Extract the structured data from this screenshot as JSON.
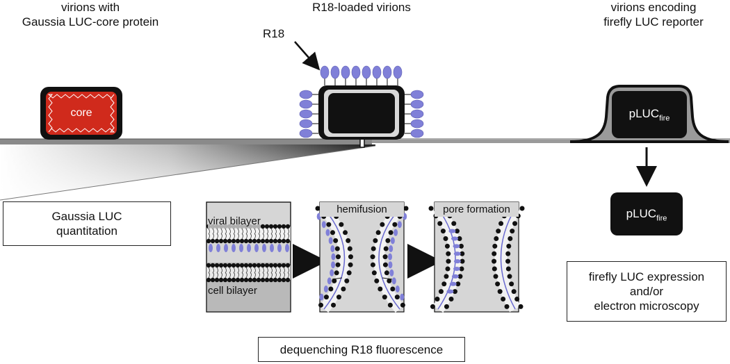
{
  "virion_gaussia": {
    "line1": "virions with",
    "line2": "Gaussia LUC-core protein",
    "core_label": "core"
  },
  "virion_r18": {
    "title": "R18-loaded virions",
    "r18_label": "R18"
  },
  "virion_firefly": {
    "line1": "virions encoding",
    "line2": "firefly LUC reporter",
    "plasmid": "pLUC",
    "plasmid_sub": "fire"
  },
  "readouts": {
    "gaussia_line1": "Gaussia LUC",
    "gaussia_line2": "quantitation",
    "dequench": "dequenching R18 fluorescence",
    "firefly_line1": "firefly LUC expression",
    "firefly_line2": "and/or",
    "firefly_line3": "electron microscopy"
  },
  "panels": {
    "viral_bilayer": "viral bilayer",
    "cell_bilayer": "cell bilayer",
    "hemifusion": "hemifusion",
    "pore_formation": "pore formation"
  },
  "colors": {
    "core_red": "#d02a1c",
    "r18_purple": "#8080d8",
    "virion_black": "#111111",
    "membrane_gray": "#8a8a8a"
  }
}
